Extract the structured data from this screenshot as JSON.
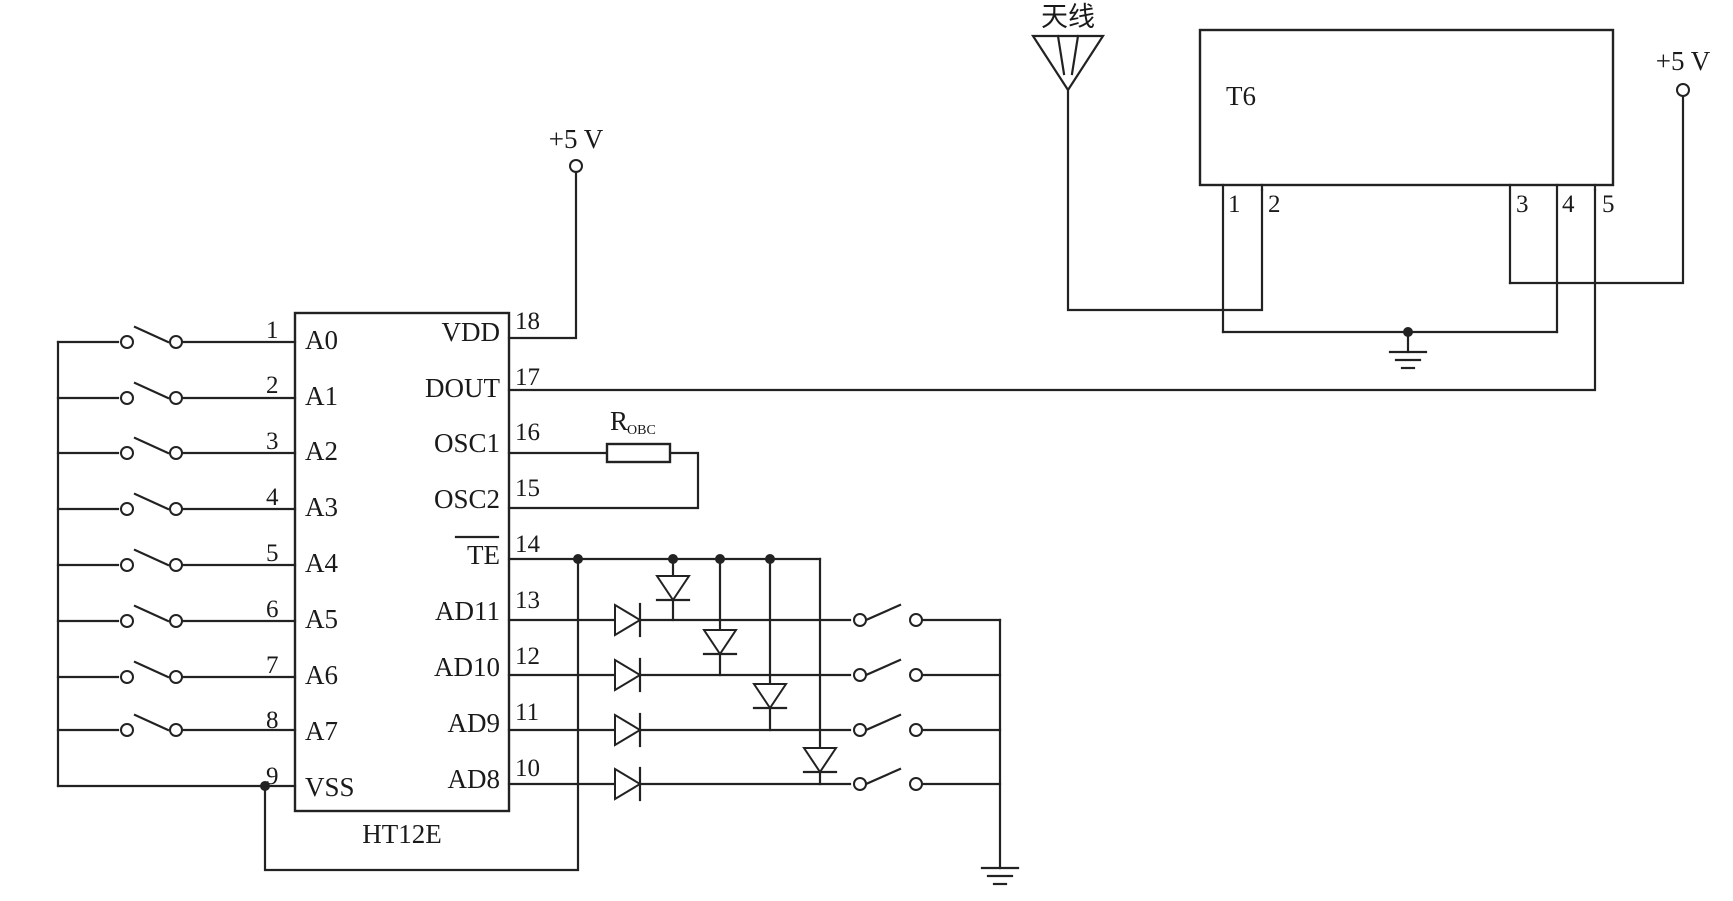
{
  "chip": {
    "name": "HT12E",
    "left_pins": [
      {
        "num": "1",
        "label": "A0"
      },
      {
        "num": "2",
        "label": "A1"
      },
      {
        "num": "3",
        "label": "A2"
      },
      {
        "num": "4",
        "label": "A3"
      },
      {
        "num": "5",
        "label": "A4"
      },
      {
        "num": "6",
        "label": "A5"
      },
      {
        "num": "7",
        "label": "A6"
      },
      {
        "num": "8",
        "label": "A7"
      },
      {
        "num": "9",
        "label": "VSS"
      }
    ],
    "right_pins": [
      {
        "num": "18",
        "label": "VDD"
      },
      {
        "num": "17",
        "label": "DOUT"
      },
      {
        "num": "16",
        "label": "OSC1"
      },
      {
        "num": "15",
        "label": "OSC2"
      },
      {
        "num": "14",
        "label": "TE"
      },
      {
        "num": "13",
        "label": "AD11"
      },
      {
        "num": "12",
        "label": "AD10"
      },
      {
        "num": "11",
        "label": "AD9"
      },
      {
        "num": "10",
        "label": "AD8"
      }
    ]
  },
  "supply_chip": "+5 V",
  "supply_module": "+5 V",
  "resistor": {
    "main": "R",
    "sub": "OBC"
  },
  "antenna": "天线",
  "module": {
    "name": "T6",
    "pins": [
      "1",
      "2",
      "3",
      "4",
      "5"
    ]
  }
}
